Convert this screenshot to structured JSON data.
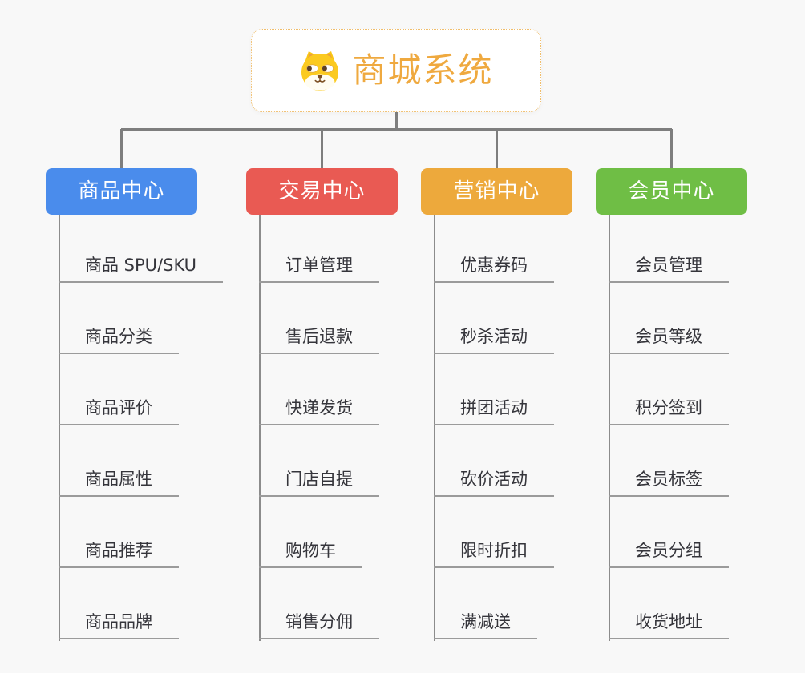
{
  "root": {
    "title": "商城系统",
    "icon": "dog-face-icon",
    "title_color": "#efa93f",
    "border_color": "#f0bd6a"
  },
  "colors": {
    "background": "#f8f8f8",
    "connector": "#7e7e7e",
    "branch_line": "#8c8c8c",
    "item_underline": "#9b9b9b",
    "item_text": "#35353b"
  },
  "branches": [
    {
      "label": "商品中心",
      "color": "#4a8cec",
      "items": [
        "商品 SPU/SKU",
        "商品分类",
        "商品评价",
        "商品属性",
        "商品推荐",
        "商品品牌"
      ]
    },
    {
      "label": "交易中心",
      "color": "#e95a53",
      "items": [
        "订单管理",
        "售后退款",
        "快递发货",
        "门店自提",
        "购物车",
        "销售分佣"
      ]
    },
    {
      "label": "营销中心",
      "color": "#eda93c",
      "items": [
        "优惠券码",
        "秒杀活动",
        "拼团活动",
        "砍价活动",
        "限时折扣",
        "满减送"
      ]
    },
    {
      "label": "会员中心",
      "color": "#6fbe45",
      "items": [
        "会员管理",
        "会员等级",
        "积分签到",
        "会员标签",
        "会员分组",
        "收货地址"
      ]
    }
  ]
}
